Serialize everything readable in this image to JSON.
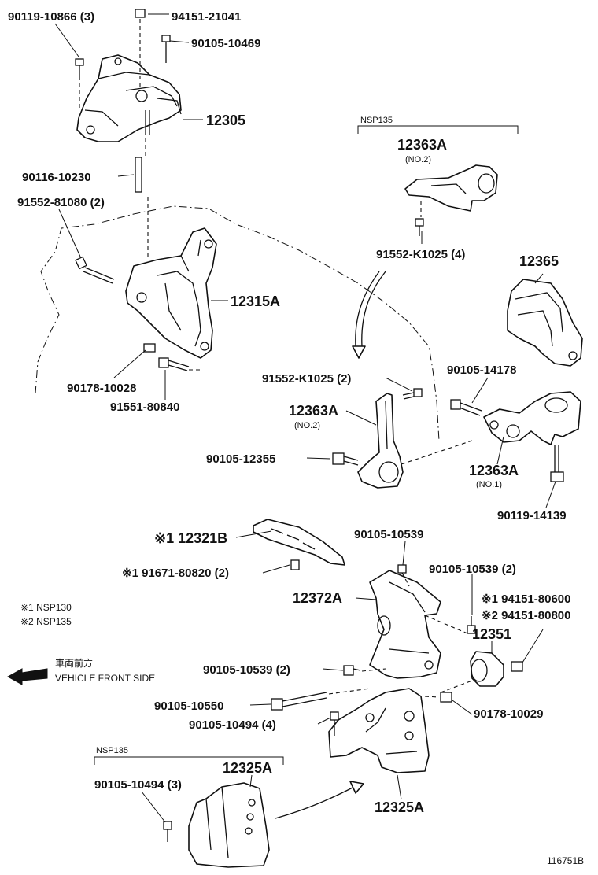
{
  "labels": {
    "p90119_10866": "90119-10866 (3)",
    "p94151_21041": "94151-21041",
    "p90105_10469": "90105-10469",
    "p12305": "12305",
    "p90116_10230": "90116-10230",
    "p91552_81080": "91552-81080 (2)",
    "p12315A": "12315A",
    "p90178_10028": "90178-10028",
    "p91551_80840": "91551-80840",
    "nsp135_top": "NSP135",
    "p12363A_top": "12363A",
    "no2_top": "(NO.2)",
    "p91552_K1025_4": "91552-K1025 (4)",
    "p12365": "12365",
    "p91552_K1025_2": "91552-K1025 (2)",
    "p90105_14178": "90105-14178",
    "p12363A_mid": "12363A",
    "no2_mid": "(NO.2)",
    "p90105_12355": "90105-12355",
    "p12363A_no1": "12363A",
    "no1": "(NO.1)",
    "p90119_14139": "90119-14139",
    "p12321B": "※1 12321B",
    "p91671_80820": "※1 91671-80820 (2)",
    "p90105_10539_a": "90105-10539",
    "p90105_10539_2": "90105-10539 (2)",
    "p12372A": "12372A",
    "p94151_80600": "※1 94151-80600",
    "p94151_80800": "※2 94151-80800",
    "note1": "※1 NSP130",
    "note2": "※2 NSP135",
    "p12351": "12351",
    "front_jp": "車両前方",
    "front_en": "VEHICLE FRONT SIDE",
    "p90105_10539_2b": "90105-10539 (2)",
    "p90105_10550": "90105-10550",
    "p90178_10029": "90178-10029",
    "p90105_10494_4": "90105-10494 (4)",
    "nsp135_bottom": "NSP135",
    "p12325A_inset": "12325A",
    "p90105_10494_3": "90105-10494 (3)",
    "p12325A": "12325A",
    "figure_id": "116751B"
  }
}
